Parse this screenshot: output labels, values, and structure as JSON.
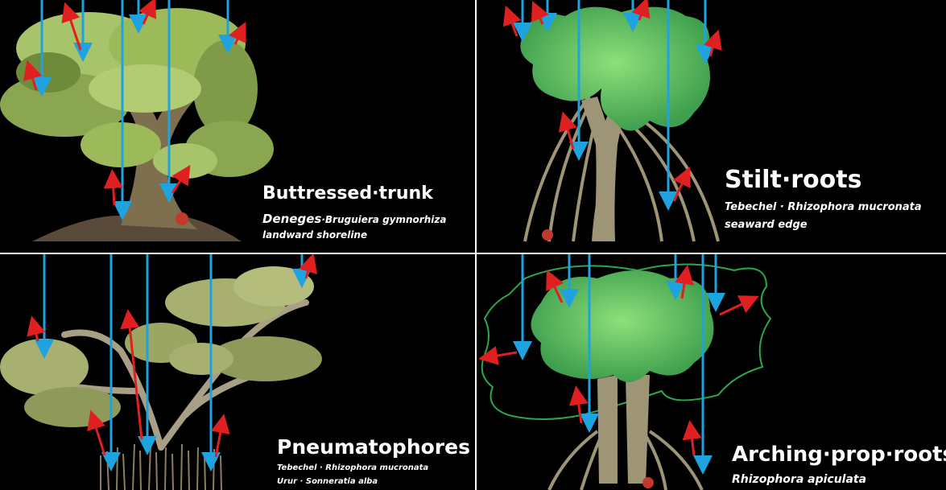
{
  "panels": {
    "buttressed": {
      "title": "Buttressed·trunk",
      "line1_local": "Deneges",
      "line1_sci": "·Bruguiera gymnorhiza",
      "line2": "landward shoreline"
    },
    "stilt": {
      "title": "Stilt·roots",
      "line1": "Tebechel · Rhizophora mucronata",
      "line2": "seaward edge"
    },
    "pneumato": {
      "title": "Pneumatophores",
      "line1": "Tebechel · Rhizophora mucronata",
      "line2": "Urur · Sonneratia alba"
    },
    "arching": {
      "title": "Arching·prop·roots",
      "line1": "Rhizophora apiculata"
    }
  },
  "colors": {
    "background": "#000000",
    "divider": "#ffffff",
    "incoming_arrow": "#1fa3e0",
    "reflected_arrow": "#e02020",
    "foliage_light": "#a8c46a",
    "foliage_dark": "#6e8a3a",
    "canopy_green": "#5fbf6a",
    "trunk": "#9e9476",
    "outline_green": "#2aa84a"
  }
}
